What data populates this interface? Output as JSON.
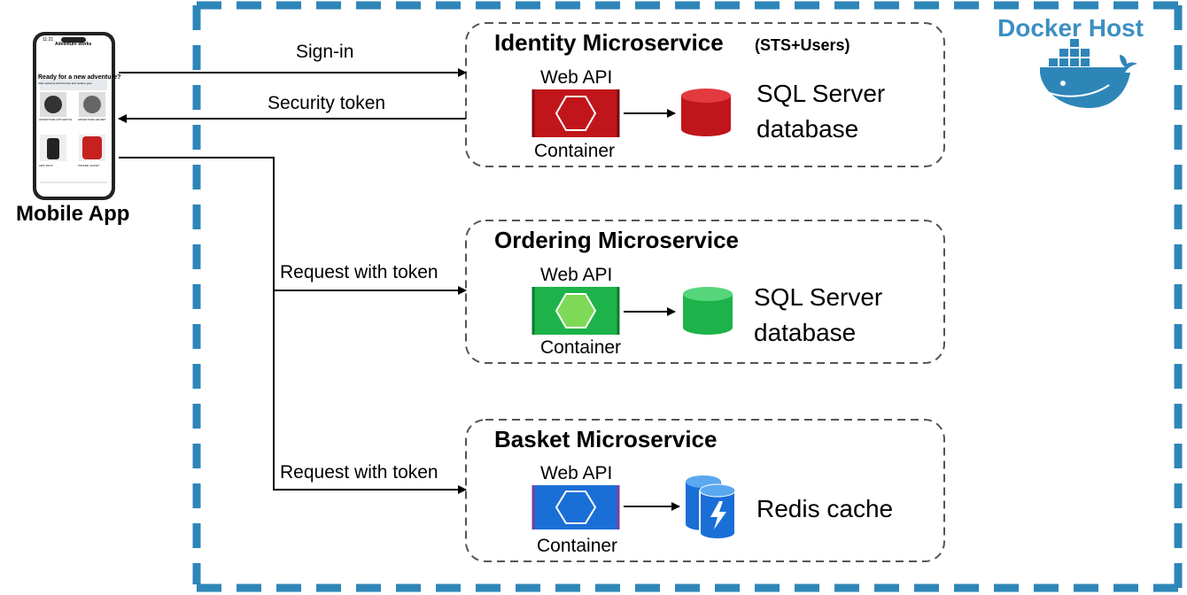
{
  "docker_host": {
    "title": "Docker Host"
  },
  "mobile_app": {
    "label": "Mobile App",
    "screen": {
      "time": "11:21",
      "brand": "Adventure Works",
      "headline": "Ready for a new adventure?",
      "subtitle": "Start exploring with the best and outdoor gear",
      "products": [
        "ADVENTURE GPS WATCH",
        "ADVENTURE HELMET",
        "AWC PACK",
        "PUFFER JACKET"
      ]
    }
  },
  "flows": {
    "sign_in": "Sign-in",
    "security_token": "Security token",
    "request_ordering": "Request with token",
    "request_basket": "Request with token"
  },
  "services": {
    "identity": {
      "title": "Identity Microservice",
      "subtitle": "(STS+Users)",
      "api_label": "Web API",
      "container_label": "Container",
      "store_line1": "SQL Server",
      "store_line2": "database",
      "color": "#c0161b"
    },
    "ordering": {
      "title": "Ordering Microservice",
      "api_label": "Web API",
      "container_label": "Container",
      "store_line1": "SQL Server",
      "store_line2": "database",
      "color": "#1db34a"
    },
    "basket": {
      "title": "Basket Microservice",
      "api_label": "Web API",
      "container_label": "Container",
      "store_line1": "Redis cache",
      "color": "#1a6fd6"
    }
  },
  "colors": {
    "docker_border": "#2e86b8",
    "text": "#000000"
  }
}
